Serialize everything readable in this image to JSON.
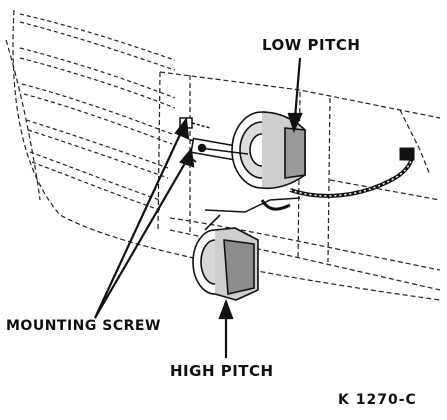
{
  "labels": {
    "low_pitch": "LOW PITCH",
    "mounting_screw": "MOUNTING SCREW",
    "high_pitch": "HIGH PITCH"
  },
  "figure_code": "K 1270-C"
}
